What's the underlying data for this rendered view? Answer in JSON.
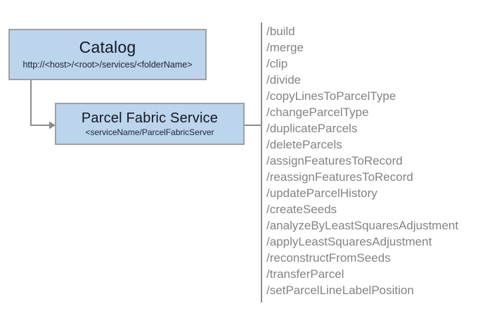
{
  "diagram": {
    "type": "service-endpoint-diagram",
    "colors": {
      "node_fill": "#bcd4ec",
      "node_border": "#a0a0a0",
      "connector": "#8c8c8c",
      "divider": "#8c8c8c",
      "operation_text": "#838383",
      "node_text": "#111827",
      "background": "#ffffff"
    }
  },
  "nodes": {
    "catalog": {
      "title": "Catalog",
      "subtitle": "http://<host>/<root>/services/<folderName>"
    },
    "service": {
      "title": "Parcel Fabric Service",
      "subtitle": "<serviceName/ParcelFabricServer"
    }
  },
  "operations": [
    {
      "label": "/build"
    },
    {
      "label": "/merge"
    },
    {
      "label": "/clip"
    },
    {
      "label": "/divide"
    },
    {
      "label": "/copyLinesToParcelType"
    },
    {
      "label": "/changeParcelType"
    },
    {
      "label": "/duplicateParcels"
    },
    {
      "label": "/deleteParcels"
    },
    {
      "label": "/assignFeaturesToRecord"
    },
    {
      "label": "/reassignFeaturesToRecord"
    },
    {
      "label": "/updateParcelHistory"
    },
    {
      "label": "/createSeeds"
    },
    {
      "label": "/analyzeByLeastSquaresAdjustment"
    },
    {
      "label": "/applyLeastSquaresAdjustment"
    },
    {
      "label": "/reconstructFromSeeds"
    },
    {
      "label": "/transferParcel"
    },
    {
      "label": "/setParcelLineLabelPosition"
    }
  ]
}
